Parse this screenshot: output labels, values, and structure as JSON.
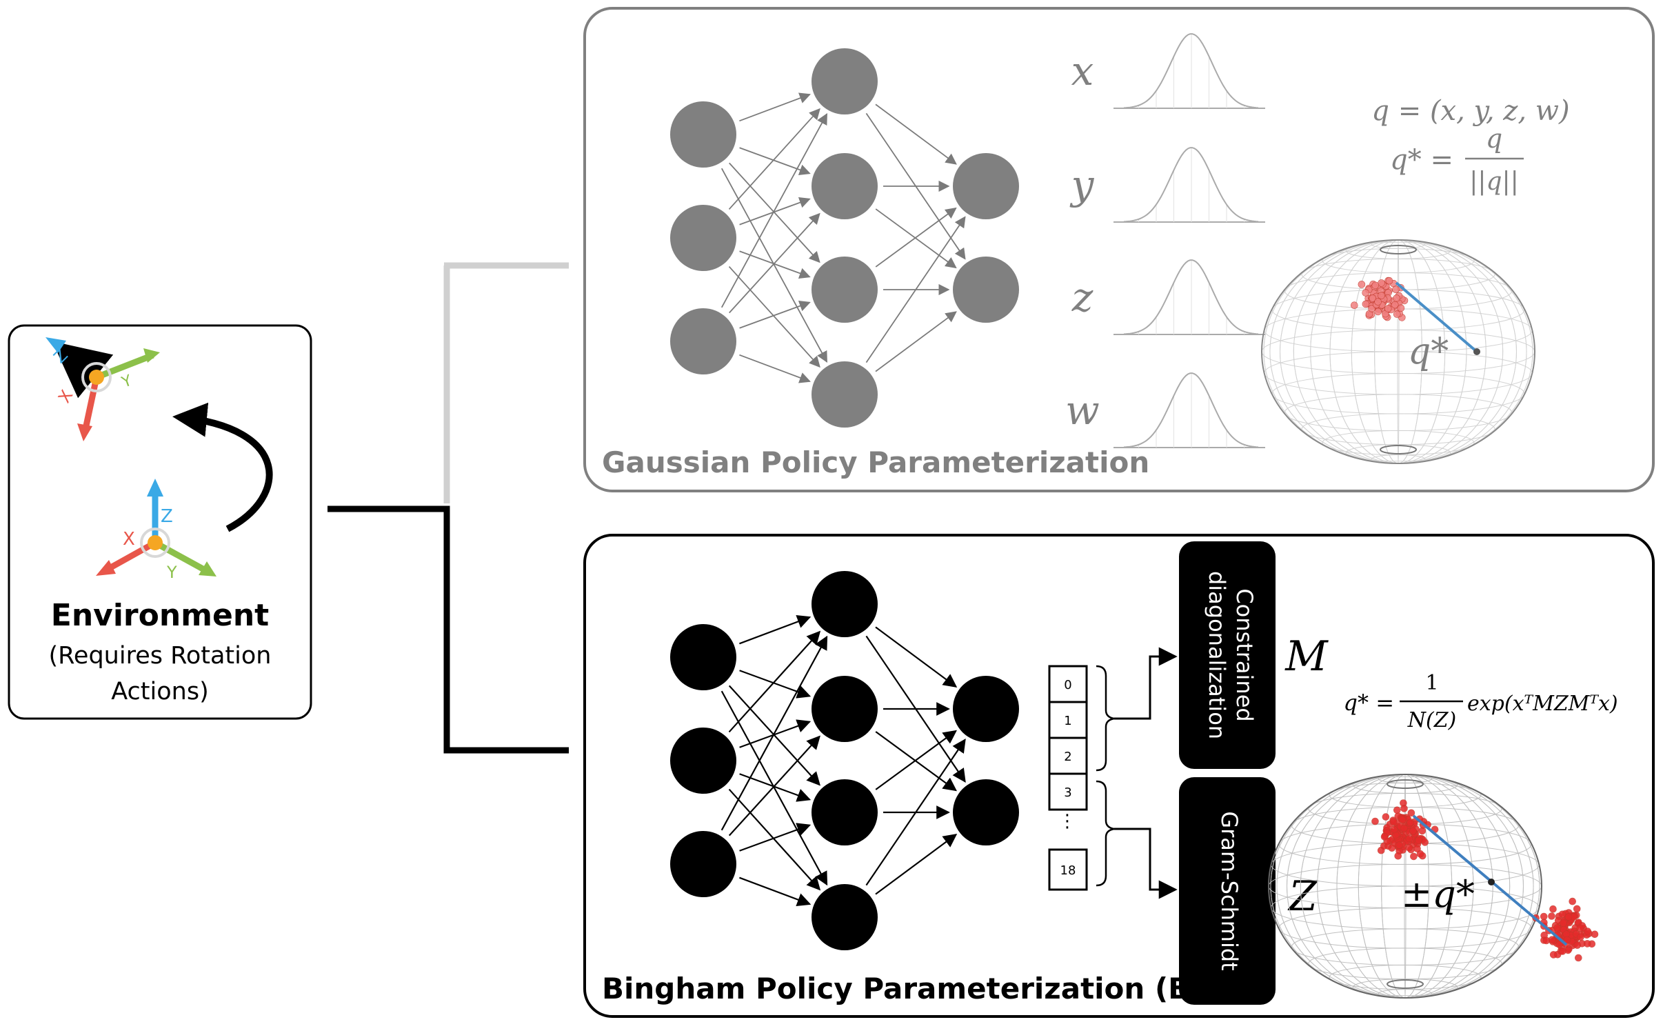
{
  "environment": {
    "title": "Environment",
    "subtitle_line1": "(Requires Rotation",
    "subtitle_line2": "Actions)",
    "axis_labels": {
      "x": "X",
      "y": "Y",
      "z": "Z"
    },
    "colors": {
      "x": "#e8564a",
      "y": "#8cc04a",
      "z": "#3aa9e6",
      "origin": "#f5a623"
    }
  },
  "gaussian": {
    "title": "Gaussian Policy Parameterization",
    "outputs": [
      "x",
      "y",
      "z",
      "w"
    ],
    "formula_line1": "q = (x, y, z, w)",
    "formula_lhs": "q* =",
    "formula_num": "q",
    "formula_den": "||q||",
    "sphere_label": "q*",
    "color": "#808080"
  },
  "bingham": {
    "title": "Bingham Policy Parameterization (BPP)",
    "indices": [
      "0",
      "1",
      "2",
      "3",
      "⋮",
      "18"
    ],
    "block_top": "Constrained diagonalization",
    "block_top_line1": "Constrained",
    "block_top_line2": "diagonalization",
    "block_bottom": "Gram-Schmidt",
    "var_top": "M",
    "var_bottom": "Z",
    "formula_lhs": "q* =",
    "formula_num": "1",
    "formula_den": "N(Z)",
    "formula_rhs": "exp(xᵀMZMᵀx)",
    "sphere_label": "±q*",
    "color": "#000000"
  },
  "icons": [
    "environment-axes-icon",
    "rotation-arrow-icon",
    "gaussian-curve-icon",
    "sphere-icon"
  ]
}
